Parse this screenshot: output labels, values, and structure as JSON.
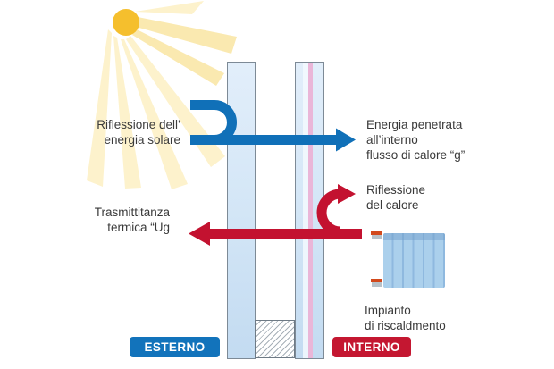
{
  "diagram": {
    "description": "heat-and-solar-flow-through-insulating-glass",
    "labels": {
      "solar_reflection": {
        "lines": [
          "Riflessione dell’",
          "energia solare"
        ]
      },
      "energy_penetrated": {
        "lines": [
          "Energia penetrata",
          "all’interno",
          "flusso di calore “g”"
        ]
      },
      "heat_reflection": {
        "lines": [
          "Riflessione",
          "del calore"
        ]
      },
      "thermal_transmittance": {
        "lines": [
          "Trasmittitanza",
          "termica “Ug"
        ]
      },
      "heating_system": {
        "lines": [
          "Impianto",
          "di riscaldmento"
        ]
      }
    },
    "zones": {
      "outside": "ESTERNO",
      "inside": "INTERNO"
    },
    "icons": [
      "sun-icon",
      "radiator-icon",
      "solar-reflection-arrow",
      "solar-gain-arrow",
      "heat-loss-arrow",
      "heat-reflection-arrow"
    ],
    "colors": {
      "solar_blue": "#1070b8",
      "heat_red": "#c31230",
      "badge_blue": "#1273bb",
      "badge_red": "#c41731",
      "sun_yellow": "#f5bf2d",
      "ray_yellow": "#fdf2cc",
      "glass_blue": "#d5e7f7",
      "coating_pink": "#eab6d8",
      "radiator_blue": "#abd0ec",
      "text": "#3a3a3a"
    }
  }
}
